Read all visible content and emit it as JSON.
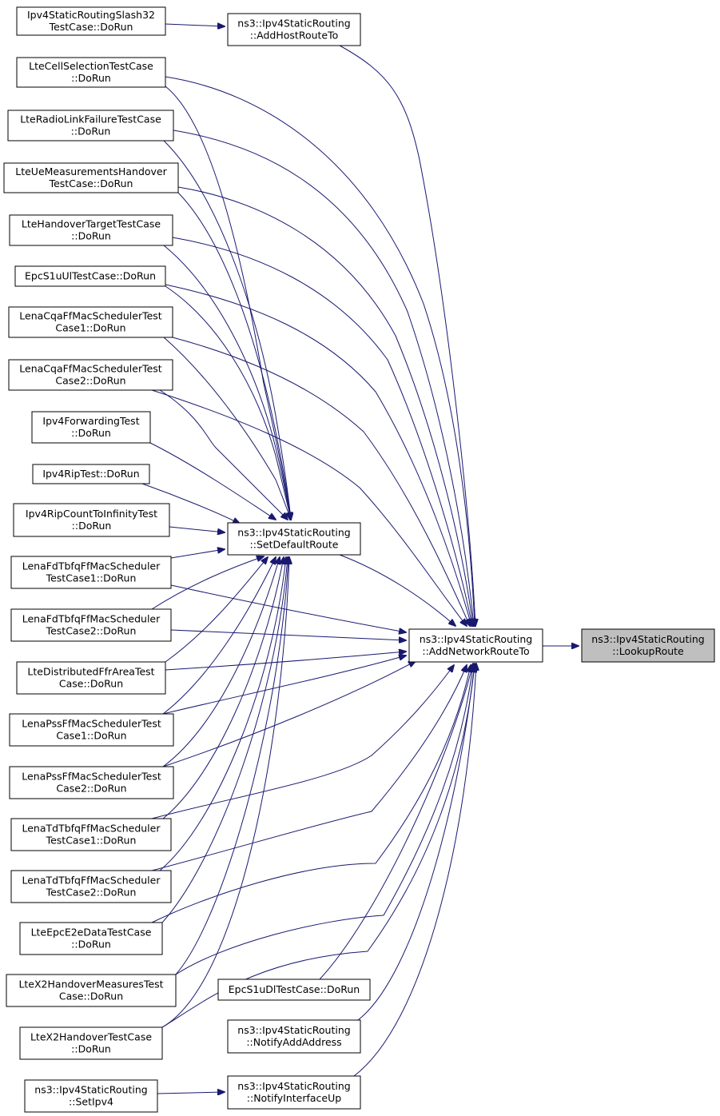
{
  "diagram": {
    "nodes": [
      {
        "id": "lookup",
        "lines": [
          "ns3::Ipv4StaticRouting",
          "::LookupRoute"
        ],
        "highlight": true
      },
      {
        "id": "addnet",
        "lines": [
          "ns3::Ipv4StaticRouting",
          "::AddNetworkRouteTo"
        ]
      },
      {
        "id": "addhost",
        "lines": [
          "ns3::Ipv4StaticRouting",
          "::AddHostRouteTo"
        ]
      },
      {
        "id": "setdef",
        "lines": [
          "ns3::Ipv4StaticRouting",
          "::SetDefaultRoute"
        ]
      },
      {
        "id": "epcdl",
        "lines": [
          "EpcS1uDlTestCase::DoRun"
        ]
      },
      {
        "id": "notaddr",
        "lines": [
          "ns3::Ipv4StaticRouting",
          "::NotifyAddAddress"
        ]
      },
      {
        "id": "notif",
        "lines": [
          "ns3::Ipv4StaticRouting",
          "::NotifyInterfaceUp"
        ]
      },
      {
        "id": "slash32",
        "lines": [
          "Ipv4StaticRoutingSlash32",
          "TestCase::DoRun"
        ]
      },
      {
        "id": "cellsel",
        "lines": [
          "LteCellSelectionTestCase",
          "::DoRun"
        ]
      },
      {
        "id": "rlf",
        "lines": [
          "LteRadioLinkFailureTestCase",
          "::DoRun"
        ]
      },
      {
        "id": "uemeas",
        "lines": [
          "LteUeMeasurementsHandover",
          "TestCase::DoRun"
        ]
      },
      {
        "id": "hotarget",
        "lines": [
          "LteHandoverTargetTestCase",
          "::DoRun"
        ]
      },
      {
        "id": "epcul",
        "lines": [
          "EpcS1uUlTestCase::DoRun"
        ]
      },
      {
        "id": "cqa1",
        "lines": [
          "LenaCqaFfMacSchedulerTest",
          "Case1::DoRun"
        ]
      },
      {
        "id": "cqa2",
        "lines": [
          "LenaCqaFfMacSchedulerTest",
          "Case2::DoRun"
        ]
      },
      {
        "id": "fwd",
        "lines": [
          "Ipv4ForwardingTest",
          "::DoRun"
        ]
      },
      {
        "id": "rip",
        "lines": [
          "Ipv4RipTest::DoRun"
        ]
      },
      {
        "id": "ripinf",
        "lines": [
          "Ipv4RipCountToInfinityTest",
          "::DoRun"
        ]
      },
      {
        "id": "fd1",
        "lines": [
          "LenaFdTbfqFfMacScheduler",
          "TestCase1::DoRun"
        ]
      },
      {
        "id": "fd2",
        "lines": [
          "LenaFdTbfqFfMacScheduler",
          "TestCase2::DoRun"
        ]
      },
      {
        "id": "ffr",
        "lines": [
          "LteDistributedFfrAreaTest",
          "Case::DoRun"
        ]
      },
      {
        "id": "pss1",
        "lines": [
          "LenaPssFfMacSchedulerTest",
          "Case1::DoRun"
        ]
      },
      {
        "id": "pss2",
        "lines": [
          "LenaPssFfMacSchedulerTest",
          "Case2::DoRun"
        ]
      },
      {
        "id": "td1",
        "lines": [
          "LenaTdTbfqFfMacScheduler",
          "TestCase1::DoRun"
        ]
      },
      {
        "id": "td2",
        "lines": [
          "LenaTdTbfqFfMacScheduler",
          "TestCase2::DoRun"
        ]
      },
      {
        "id": "e2e",
        "lines": [
          "LteEpcE2eDataTestCase",
          "::DoRun"
        ]
      },
      {
        "id": "x2meas",
        "lines": [
          "LteX2HandoverMeasuresTest",
          "Case::DoRun"
        ]
      },
      {
        "id": "x2ho",
        "lines": [
          "LteX2HandoverTestCase",
          "::DoRun"
        ]
      },
      {
        "id": "setipv4",
        "lines": [
          "ns3::Ipv4StaticRouting",
          "::SetIpv4"
        ]
      }
    ],
    "edges": [
      {
        "from": "addnet",
        "to": "lookup"
      },
      {
        "from": "addhost",
        "to": "addnet"
      },
      {
        "from": "setdef",
        "to": "addnet"
      },
      {
        "from": "epcdl",
        "to": "addnet"
      },
      {
        "from": "notaddr",
        "to": "addnet"
      },
      {
        "from": "notif",
        "to": "addnet"
      },
      {
        "from": "slash32",
        "to": "addhost"
      },
      {
        "from": "setipv4",
        "to": "notif"
      },
      {
        "from": "cellsel",
        "to": "addnet"
      },
      {
        "from": "rlf",
        "to": "addnet"
      },
      {
        "from": "uemeas",
        "to": "addnet"
      },
      {
        "from": "hotarget",
        "to": "addnet"
      },
      {
        "from": "epcul",
        "to": "addnet"
      },
      {
        "from": "cqa1",
        "to": "addnet"
      },
      {
        "from": "cqa2",
        "to": "addnet"
      },
      {
        "from": "fd1",
        "to": "addnet"
      },
      {
        "from": "fd2",
        "to": "addnet"
      },
      {
        "from": "ffr",
        "to": "addnet"
      },
      {
        "from": "pss1",
        "to": "addnet"
      },
      {
        "from": "pss2",
        "to": "addnet"
      },
      {
        "from": "td1",
        "to": "addnet"
      },
      {
        "from": "td2",
        "to": "addnet"
      },
      {
        "from": "e2e",
        "to": "addnet"
      },
      {
        "from": "x2meas",
        "to": "addnet"
      },
      {
        "from": "x2ho",
        "to": "addnet"
      },
      {
        "from": "cellsel",
        "to": "setdef"
      },
      {
        "from": "rlf",
        "to": "setdef"
      },
      {
        "from": "uemeas",
        "to": "setdef"
      },
      {
        "from": "hotarget",
        "to": "setdef"
      },
      {
        "from": "epcul",
        "to": "setdef"
      },
      {
        "from": "cqa1",
        "to": "setdef"
      },
      {
        "from": "cqa2",
        "to": "setdef"
      },
      {
        "from": "fwd",
        "to": "setdef"
      },
      {
        "from": "rip",
        "to": "setdef"
      },
      {
        "from": "ripinf",
        "to": "setdef"
      },
      {
        "from": "fd1",
        "to": "setdef"
      },
      {
        "from": "fd2",
        "to": "setdef"
      },
      {
        "from": "ffr",
        "to": "setdef"
      },
      {
        "from": "pss1",
        "to": "setdef"
      },
      {
        "from": "pss2",
        "to": "setdef"
      },
      {
        "from": "td1",
        "to": "setdef"
      },
      {
        "from": "td2",
        "to": "setdef"
      },
      {
        "from": "e2e",
        "to": "setdef"
      },
      {
        "from": "x2meas",
        "to": "setdef"
      },
      {
        "from": "x2ho",
        "to": "setdef"
      }
    ],
    "colors": {
      "edge": "#191970",
      "highlight_fill": "#bfbfbf",
      "node_fill": "#ffffff",
      "node_stroke": "#000000"
    }
  }
}
